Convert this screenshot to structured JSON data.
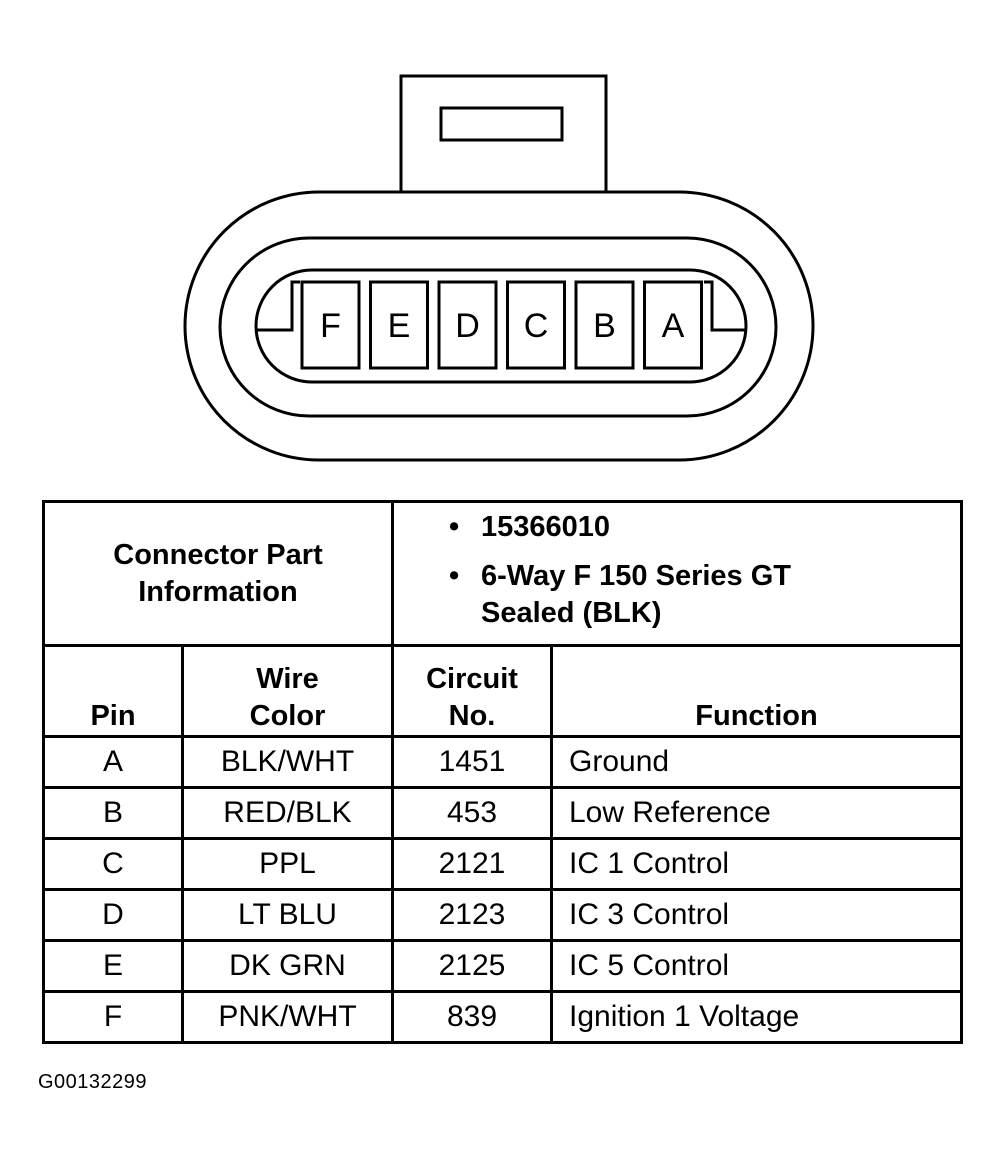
{
  "connector": {
    "cavities": [
      "F",
      "E",
      "D",
      "C",
      "B",
      "A"
    ]
  },
  "part_info": {
    "label": "Connector Part Information",
    "items": [
      "15366010",
      "6-Way F 150 Series GT Sealed (BLK)"
    ]
  },
  "columns": {
    "pin": "Pin",
    "wire_color": "Wire Color",
    "circuit": "Circuit No.",
    "function": "Function"
  },
  "rows": [
    {
      "pin": "A",
      "wire_color": "BLK/WHT",
      "circuit": "1451",
      "function": "Ground"
    },
    {
      "pin": "B",
      "wire_color": "RED/BLK",
      "circuit": "453",
      "function": "Low Reference"
    },
    {
      "pin": "C",
      "wire_color": "PPL",
      "circuit": "2121",
      "function": "IC 1 Control"
    },
    {
      "pin": "D",
      "wire_color": "LT BLU",
      "circuit": "2123",
      "function": "IC 3 Control"
    },
    {
      "pin": "E",
      "wire_color": "DK GRN",
      "circuit": "2125",
      "function": "IC 5 Control"
    },
    {
      "pin": "F",
      "wire_color": "PNK/WHT",
      "circuit": "839",
      "function": "Ignition 1 Voltage"
    }
  ],
  "figure_id": "G00132299"
}
